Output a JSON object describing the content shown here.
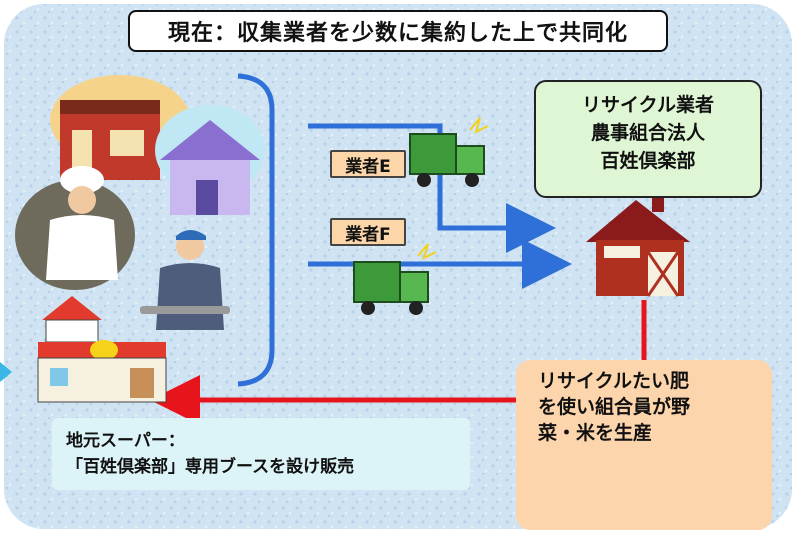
{
  "title": "現在：収集業者を少数に集約した上で共同化",
  "recycler": {
    "lines": [
      "リサイクル業者",
      "農事組合法人",
      "百姓倶楽部"
    ]
  },
  "vendors": [
    {
      "label": "業者E"
    },
    {
      "label": "業者F"
    }
  ],
  "farm": {
    "lines": [
      "リサイクルたい肥",
      "を使い組合員が野",
      "菜・米を生産"
    ]
  },
  "supermarket": {
    "lines": [
      "地元スーパー：",
      "「百姓倶楽部」専用ブースを設け販売"
    ]
  },
  "colors": {
    "arrow_blue": "#2f6fd8",
    "arrow_red": "#e8141c",
    "recycler_bg": "#dff6d4",
    "vendor_bg": "#fcd6a8",
    "farm_bg": "#fdd5ac",
    "super_bg": "#dcf3f8"
  }
}
